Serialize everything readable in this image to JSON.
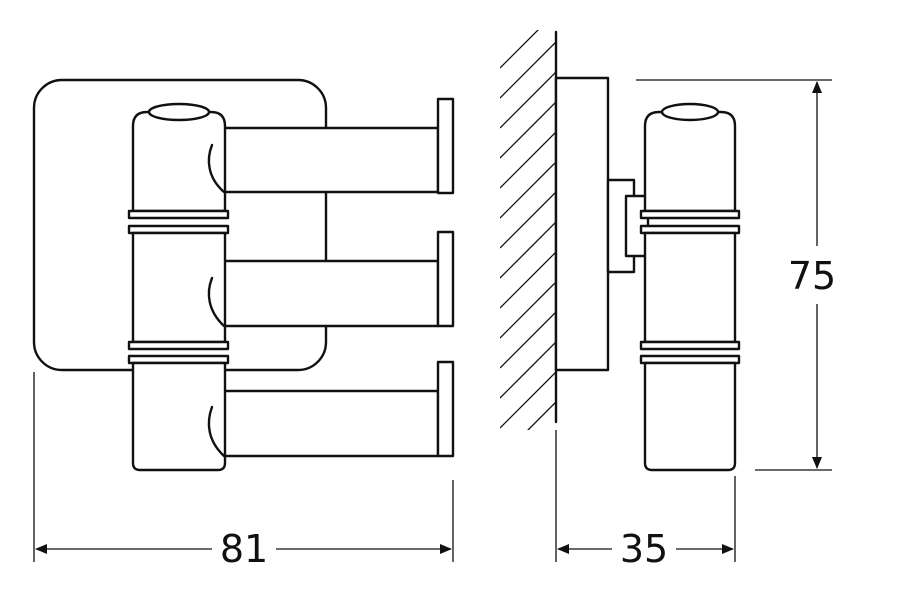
{
  "dimensions": {
    "width_label": "81",
    "depth_label": "35",
    "height_label": "75"
  },
  "colors": {
    "line": "#111111",
    "background": "#ffffff"
  }
}
